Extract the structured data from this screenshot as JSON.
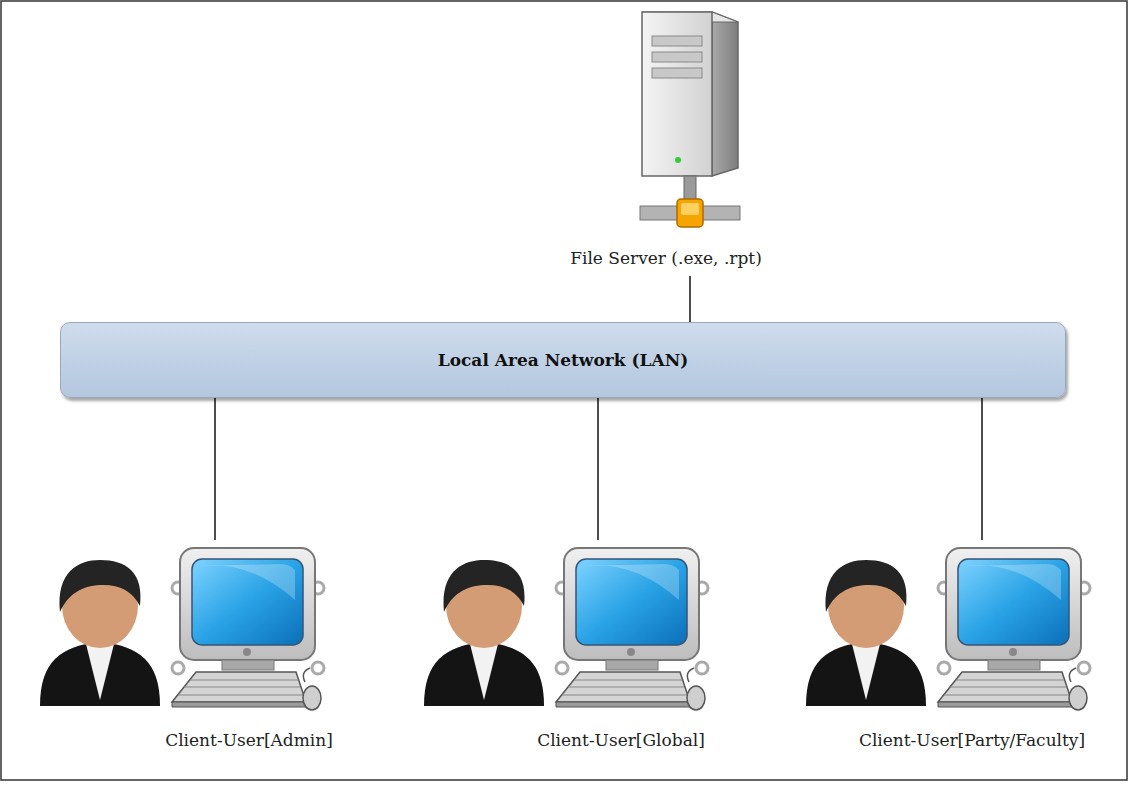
{
  "diagram": {
    "nodes": [
      {
        "text": [
          "File Server (.exe, .rpt)"
        ]
      },
      {
        "text": [
          "Local Area Network (LAN)"
        ]
      },
      {
        "text": [
          "Client-User[Admin]"
        ]
      },
      {
        "text": [
          "Client-User[Global]"
        ]
      },
      {
        "text": [
          "Client-User[Party/Faculty]"
        ]
      }
    ],
    "edges": [
      {
        "from": 0,
        "to": 1,
        "arrow": "none"
      },
      {
        "from": 1,
        "to": 2,
        "arrow": "none"
      },
      {
        "from": 1,
        "to": 3,
        "arrow": "none"
      },
      {
        "from": 1,
        "to": 4,
        "arrow": "none"
      }
    ]
  }
}
